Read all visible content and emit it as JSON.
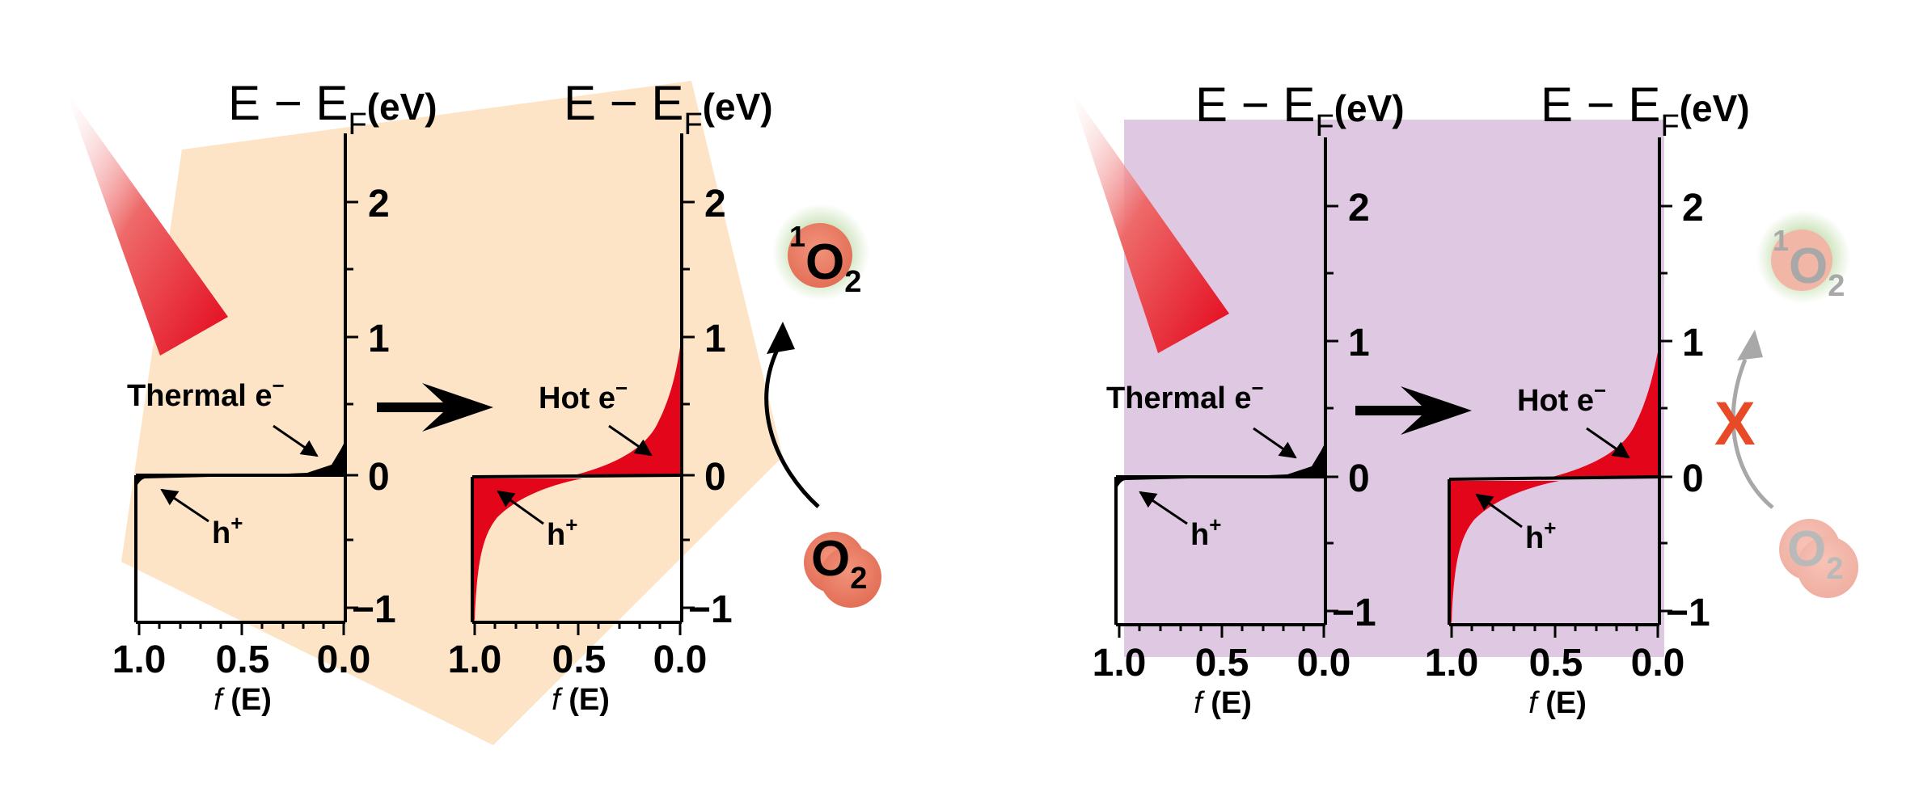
{
  "axis": {
    "title_E": "E",
    "title_minus": " − ",
    "title_EF": "E",
    "title_F_sub": "F",
    "title_unit": "(eV)",
    "y_ticks": [
      "2",
      "1",
      "0",
      "−1"
    ],
    "x_ticks": [
      "1.0",
      "0.5",
      "0.0"
    ],
    "xlabel_f": "f",
    "xlabel_E": " (E)"
  },
  "labels": {
    "thermal": "Thermal e",
    "thermal_sup": "−",
    "hot": "Hot e",
    "hot_sup": "−",
    "hole": "h",
    "hole_sup": "+",
    "o2_O": "O",
    "o2_sub": "2",
    "singlet_sup": "1",
    "blocked": "X"
  },
  "colors": {
    "left_background": "#fde4c6",
    "right_background": "#dfc9e2",
    "hot_fill": "#e3061b",
    "molecule": "#e9826a",
    "blocked_mark": "#e84a27",
    "faded": "#a8a8a8"
  }
}
